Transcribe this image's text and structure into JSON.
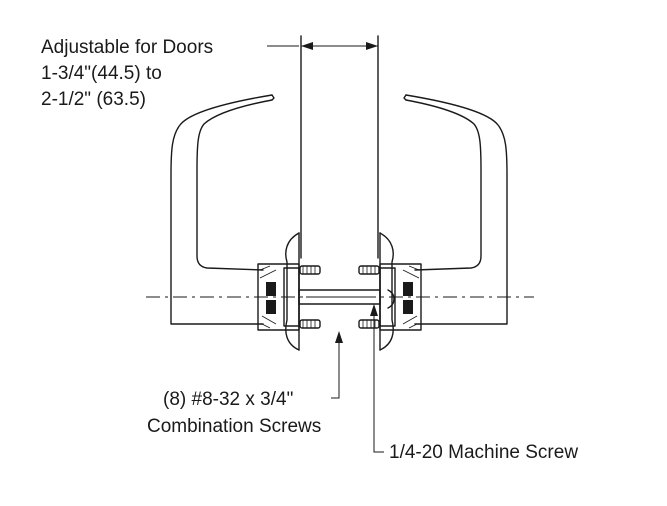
{
  "labels": {
    "door_range_line1": "Adjustable for Doors",
    "door_range_line2": "1-3/4\"(44.5) to",
    "door_range_line3": "2-1/2\" (63.5)",
    "screws_line1": "(8) #8-32 x 3/4\"",
    "screws_line2": "Combination Screws",
    "machine_screw": "1/4-20 Machine Screw"
  }
}
